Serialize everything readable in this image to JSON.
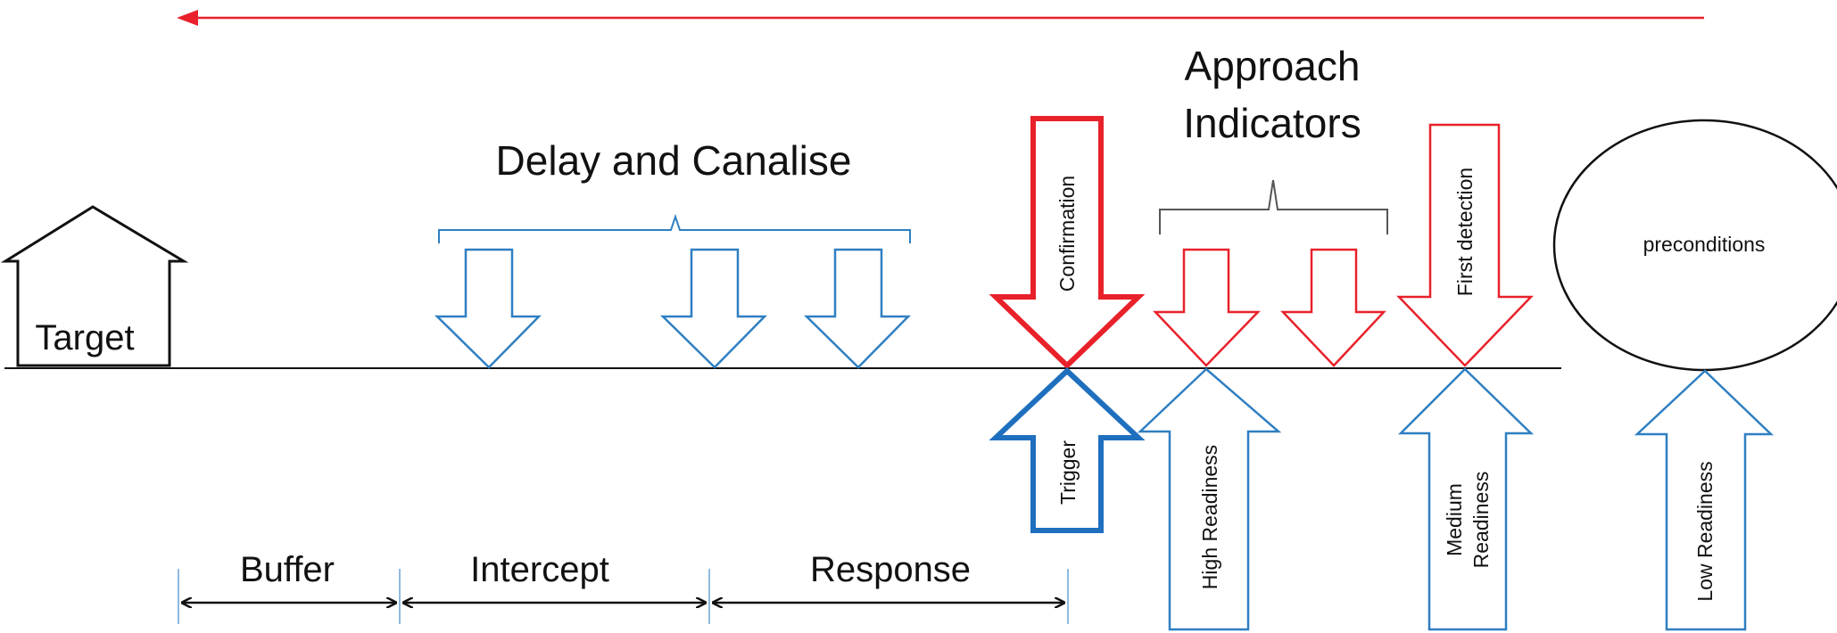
{
  "colors": {
    "red": "#e8212a",
    "blue": "#2f7fc2",
    "dark_blue": "#1f6fbf",
    "black": "#111111",
    "grey": "#555555"
  },
  "labels": {
    "target": "Target",
    "delay_and_canalise": "Delay and Canalise",
    "approach_line1": "Approach",
    "approach_line2": "Indicators",
    "confirmation": "Confirmation",
    "trigger": "Trigger",
    "first_detection": "First detection",
    "preconditions": "preconditions",
    "high_readiness": "High Readiness",
    "medium_readiness_line1": "Medium",
    "medium_readiness_line2": "Readiness",
    "low_readiness": "Low Readiness",
    "buffer": "Buffer",
    "intercept": "Intercept",
    "response": "Response"
  }
}
